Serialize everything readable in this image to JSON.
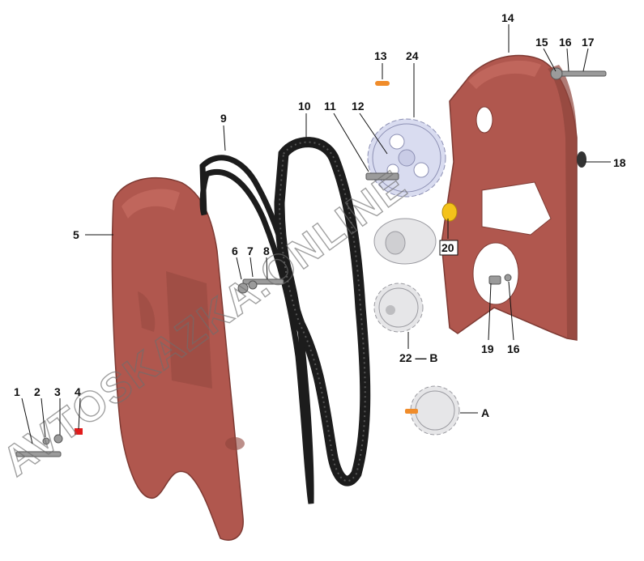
{
  "labels": {
    "l1": "1",
    "l2": "2",
    "l3": "3",
    "l4": "4",
    "l5": "5",
    "l6": "6",
    "l7": "7",
    "l8": "8",
    "l9": "9",
    "l10": "10",
    "l11": "11",
    "l12": "12",
    "l13": "13",
    "l14": "14",
    "l15": "15",
    "l16a": "16",
    "l17": "17",
    "l18": "18",
    "l19": "19",
    "l16b": "16",
    "l20": "20",
    "l22b": "22 — B",
    "l24": "24",
    "lA": "A"
  },
  "watermark": "AVTOSKAZKA.ONLINE",
  "colors": {
    "cover": "#b0574e",
    "belt": "#1c1c1c",
    "gear": "#e6e6e8",
    "highlight": "#f4c21a",
    "marker": "#e21b1b"
  }
}
